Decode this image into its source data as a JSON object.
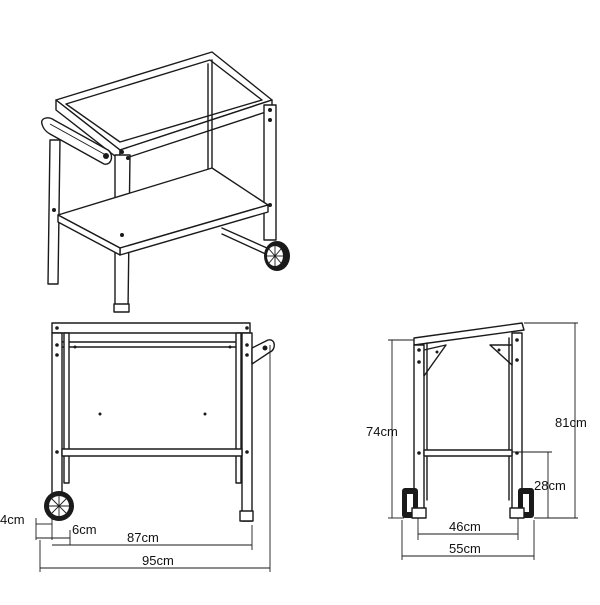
{
  "dimensions": {
    "offset_4": "4cm",
    "offset_6": "6cm",
    "width_87": "87cm",
    "width_95": "95cm",
    "height_74": "74cm",
    "height_81": "81cm",
    "height_28": "28cm",
    "depth_46": "46cm",
    "depth_55": "55cm"
  }
}
